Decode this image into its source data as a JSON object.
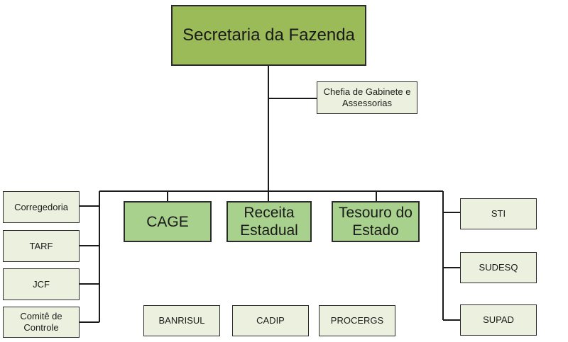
{
  "title": "Secretaria da Fazenda",
  "cabinet": "Chefia de Gabinete e Assessorias",
  "left_units": [
    "Corregedoria",
    "TARF",
    "JCF",
    "Comitê de Controle"
  ],
  "main_units": [
    "CAGE",
    "Receita Estadual",
    "Tesouro do Estado"
  ],
  "right_units": [
    "STI",
    "SUDESQ",
    "SUPAD"
  ],
  "bottom_units": [
    "BANRISUL",
    "CADIP",
    "PROCERGS"
  ],
  "colors": {
    "top_fill": "#9bbb59",
    "main_fill": "#a9d18e",
    "small_fill": "#ebf1de",
    "line": "#1a1a1a"
  }
}
